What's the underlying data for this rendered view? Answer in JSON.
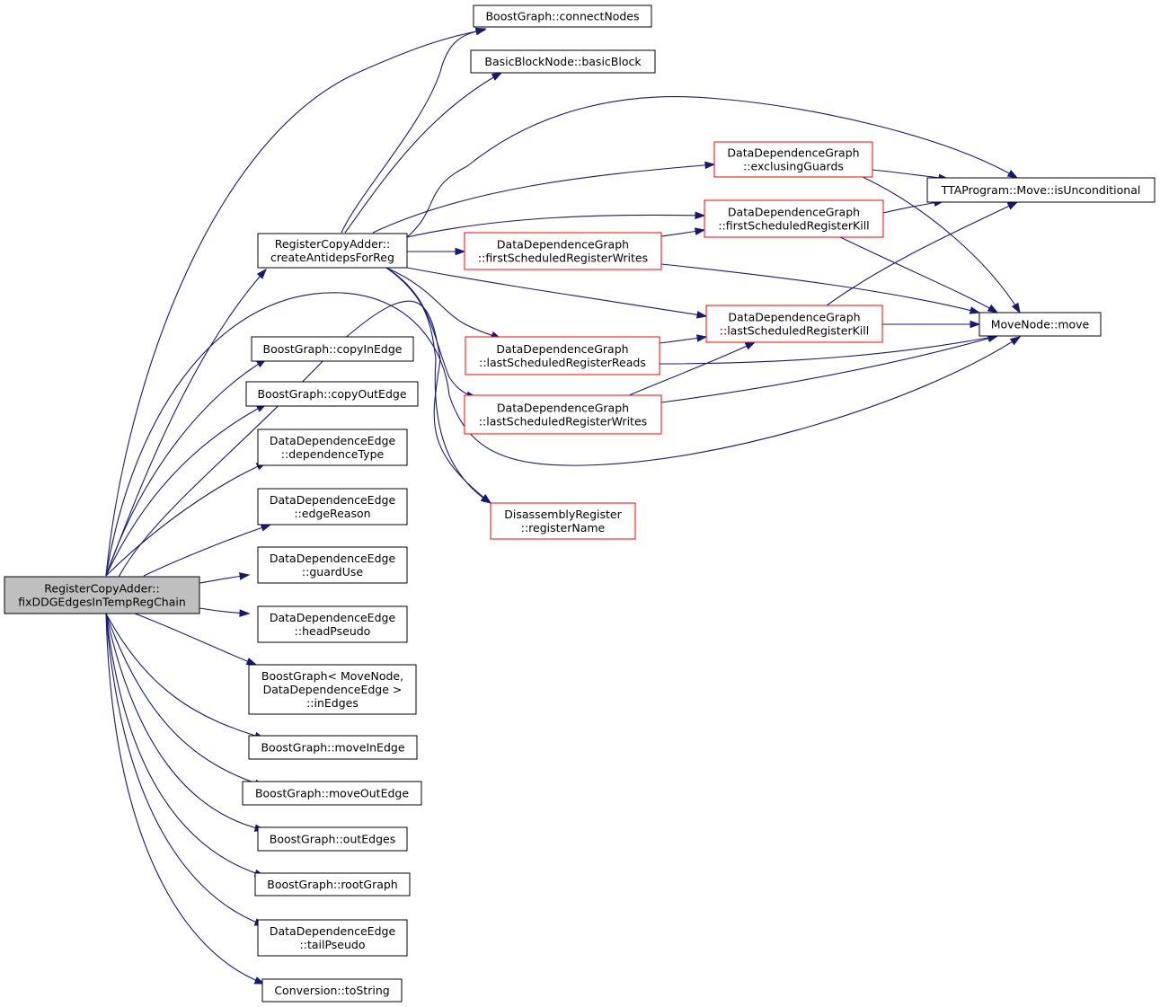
{
  "graph": {
    "colors": {
      "edge": "#191970",
      "node_fill": "#ffffff",
      "node_border": "#000000",
      "node_border_incomplete": "#ff0000",
      "root_fill": "#bfbfbf",
      "root_border": "#000000"
    },
    "nodes": [
      {
        "id": "root",
        "lines": [
          "RegisterCopyAdder::",
          "fixDDGEdgesInTempRegChain"
        ],
        "style": "root"
      },
      {
        "id": "createAntideps",
        "lines": [
          "RegisterCopyAdder::",
          "createAntidepsForReg"
        ],
        "style": "normal"
      },
      {
        "id": "connectNodes",
        "lines": [
          "BoostGraph::connectNodes"
        ],
        "style": "normal"
      },
      {
        "id": "basicBlock",
        "lines": [
          "BasicBlockNode::basicBlock"
        ],
        "style": "normal"
      },
      {
        "id": "exclusingGuards",
        "lines": [
          "DataDependenceGraph",
          "::exclusingGuards"
        ],
        "style": "incomplete"
      },
      {
        "id": "isUnconditional",
        "lines": [
          "TTAProgram::Move::isUnconditional"
        ],
        "style": "normal"
      },
      {
        "id": "firstKill",
        "lines": [
          "DataDependenceGraph",
          "::firstScheduledRegisterKill"
        ],
        "style": "incomplete"
      },
      {
        "id": "firstWrites",
        "lines": [
          "DataDependenceGraph",
          "::firstScheduledRegisterWrites"
        ],
        "style": "incomplete"
      },
      {
        "id": "lastKill",
        "lines": [
          "DataDependenceGraph",
          "::lastScheduledRegisterKill"
        ],
        "style": "incomplete"
      },
      {
        "id": "move",
        "lines": [
          "MoveNode::move"
        ],
        "style": "normal"
      },
      {
        "id": "lastReads",
        "lines": [
          "DataDependenceGraph",
          "::lastScheduledRegisterReads"
        ],
        "style": "incomplete"
      },
      {
        "id": "lastWrites",
        "lines": [
          "DataDependenceGraph",
          "::lastScheduledRegisterWrites"
        ],
        "style": "incomplete"
      },
      {
        "id": "registerName",
        "lines": [
          "DisassemblyRegister",
          "::registerName"
        ],
        "style": "incomplete"
      },
      {
        "id": "copyInEdge",
        "lines": [
          "BoostGraph::copyInEdge"
        ],
        "style": "normal"
      },
      {
        "id": "copyOutEdge",
        "lines": [
          "BoostGraph::copyOutEdge"
        ],
        "style": "normal"
      },
      {
        "id": "dependenceType",
        "lines": [
          "DataDependenceEdge",
          "::dependenceType"
        ],
        "style": "normal"
      },
      {
        "id": "edgeReason",
        "lines": [
          "DataDependenceEdge",
          "::edgeReason"
        ],
        "style": "normal"
      },
      {
        "id": "guardUse",
        "lines": [
          "DataDependenceEdge",
          "::guardUse"
        ],
        "style": "normal"
      },
      {
        "id": "headPseudo",
        "lines": [
          "DataDependenceEdge",
          "::headPseudo"
        ],
        "style": "normal"
      },
      {
        "id": "inEdges",
        "lines": [
          "BoostGraph< MoveNode,",
          "DataDependenceEdge >",
          "::inEdges"
        ],
        "style": "normal"
      },
      {
        "id": "moveInEdge",
        "lines": [
          "BoostGraph::moveInEdge"
        ],
        "style": "normal"
      },
      {
        "id": "moveOutEdge",
        "lines": [
          "BoostGraph::moveOutEdge"
        ],
        "style": "normal"
      },
      {
        "id": "outEdges",
        "lines": [
          "BoostGraph::outEdges"
        ],
        "style": "normal"
      },
      {
        "id": "rootGraph",
        "lines": [
          "BoostGraph::rootGraph"
        ],
        "style": "normal"
      },
      {
        "id": "tailPseudo",
        "lines": [
          "DataDependenceEdge",
          "::tailPseudo"
        ],
        "style": "normal"
      },
      {
        "id": "toString",
        "lines": [
          "Conversion::toString"
        ],
        "style": "normal"
      }
    ],
    "edges": [
      {
        "from": "root",
        "to": "createAntideps"
      },
      {
        "from": "root",
        "to": "connectNodes"
      },
      {
        "from": "root",
        "to": "copyInEdge"
      },
      {
        "from": "root",
        "to": "copyOutEdge"
      },
      {
        "from": "root",
        "to": "dependenceType"
      },
      {
        "from": "root",
        "to": "edgeReason"
      },
      {
        "from": "root",
        "to": "guardUse"
      },
      {
        "from": "root",
        "to": "headPseudo"
      },
      {
        "from": "root",
        "to": "inEdges"
      },
      {
        "from": "root",
        "to": "move"
      },
      {
        "from": "root",
        "to": "moveInEdge"
      },
      {
        "from": "root",
        "to": "moveOutEdge"
      },
      {
        "from": "root",
        "to": "outEdges"
      },
      {
        "from": "root",
        "to": "registerName"
      },
      {
        "from": "root",
        "to": "rootGraph"
      },
      {
        "from": "root",
        "to": "tailPseudo"
      },
      {
        "from": "root",
        "to": "toString"
      },
      {
        "from": "createAntideps",
        "to": "basicBlock"
      },
      {
        "from": "createAntideps",
        "to": "connectNodes"
      },
      {
        "from": "createAntideps",
        "to": "exclusingGuards"
      },
      {
        "from": "createAntideps",
        "to": "firstKill"
      },
      {
        "from": "createAntideps",
        "to": "firstWrites"
      },
      {
        "from": "createAntideps",
        "to": "isUnconditional"
      },
      {
        "from": "createAntideps",
        "to": "lastKill"
      },
      {
        "from": "createAntideps",
        "to": "lastReads"
      },
      {
        "from": "createAntideps",
        "to": "lastWrites"
      },
      {
        "from": "createAntideps",
        "to": "registerName"
      },
      {
        "from": "exclusingGuards",
        "to": "isUnconditional"
      },
      {
        "from": "exclusingGuards",
        "to": "move"
      },
      {
        "from": "firstKill",
        "to": "isUnconditional"
      },
      {
        "from": "firstKill",
        "to": "move"
      },
      {
        "from": "firstWrites",
        "to": "firstKill"
      },
      {
        "from": "firstWrites",
        "to": "move"
      },
      {
        "from": "lastKill",
        "to": "isUnconditional"
      },
      {
        "from": "lastKill",
        "to": "move"
      },
      {
        "from": "lastReads",
        "to": "lastKill"
      },
      {
        "from": "lastReads",
        "to": "move"
      },
      {
        "from": "lastWrites",
        "to": "lastKill"
      },
      {
        "from": "lastWrites",
        "to": "move"
      }
    ]
  }
}
